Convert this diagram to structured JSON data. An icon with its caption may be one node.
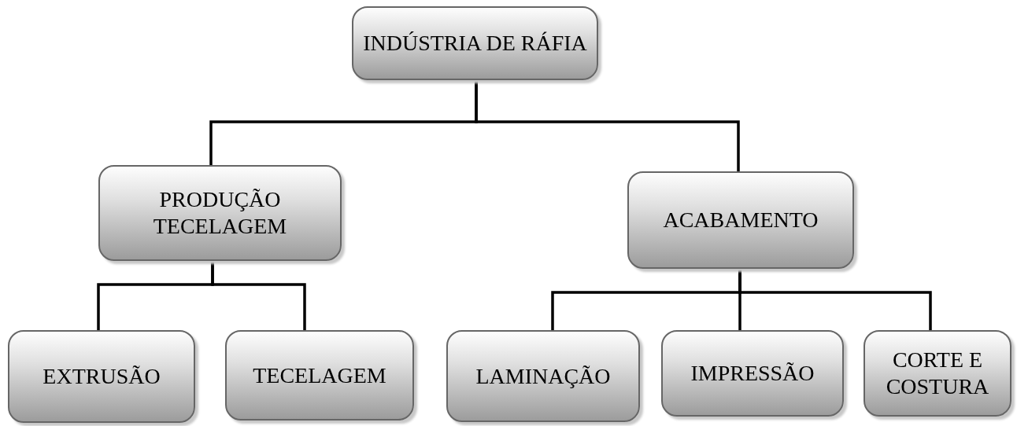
{
  "diagram": {
    "nodes": [
      {
        "text": [
          "INDÚSTRIA DE RÁFIA"
        ]
      },
      {
        "text": [
          "PRODUÇÃO TECELAGEM"
        ]
      },
      {
        "text": [
          "ACABAMENTO"
        ]
      },
      {
        "text": [
          "EXTRUSÃO"
        ]
      },
      {
        "text": [
          "TECELAGEM"
        ]
      },
      {
        "text": [
          "LAMINAÇÃO"
        ]
      },
      {
        "text": [
          "IMPRESSÃO"
        ]
      },
      {
        "text": [
          "CORTE E COSTURA"
        ]
      }
    ],
    "edges": [
      {
        "from": 0,
        "to": 1,
        "arrow": "none"
      },
      {
        "from": 0,
        "to": 2,
        "arrow": "none"
      },
      {
        "from": 1,
        "to": 3,
        "arrow": "none"
      },
      {
        "from": 1,
        "to": 4,
        "arrow": "none"
      },
      {
        "from": 2,
        "to": 5,
        "arrow": "none"
      },
      {
        "from": 2,
        "to": 6,
        "arrow": "none"
      },
      {
        "from": 2,
        "to": 7,
        "arrow": "none"
      }
    ]
  }
}
